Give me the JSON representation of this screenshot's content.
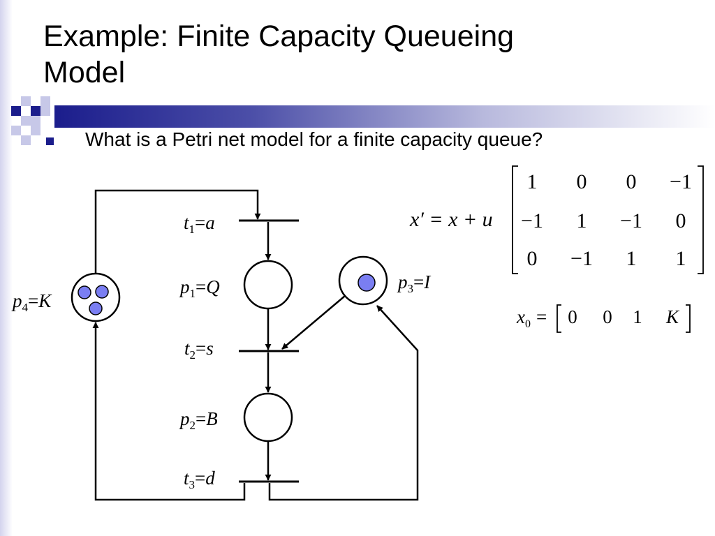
{
  "slide": {
    "title_line1": "Example: Finite Capacity Queueing",
    "title_line2": "Model",
    "bullet": "What is a Petri net model for a finite capacity queue?"
  },
  "petri_net": {
    "places": [
      {
        "var": "p",
        "sub": "1",
        "name": "Q",
        "tokens": 0
      },
      {
        "var": "p",
        "sub": "2",
        "name": "B",
        "tokens": 0
      },
      {
        "var": "p",
        "sub": "3",
        "name": "I",
        "tokens": 1
      },
      {
        "var": "p",
        "sub": "4",
        "name": "K",
        "tokens": 3
      }
    ],
    "transitions": [
      {
        "var": "t",
        "sub": "1",
        "name": "a"
      },
      {
        "var": "t",
        "sub": "2",
        "name": "s"
      },
      {
        "var": "t",
        "sub": "3",
        "name": "d"
      }
    ],
    "token_color": "#7a7ef2"
  },
  "equation": {
    "lhs": "x′ = x + u",
    "matrix": [
      [
        "1",
        "0",
        "0",
        "−1"
      ],
      [
        "−1",
        "1",
        "−1",
        "0"
      ],
      [
        "0",
        "−1",
        "1",
        "1"
      ]
    ]
  },
  "initial_state": {
    "lhs_var": "x",
    "lhs_sub": "0",
    "eq": "=",
    "values": [
      "0",
      "0",
      "1",
      "K"
    ]
  },
  "colors": {
    "accent": "#1b1d8c"
  }
}
